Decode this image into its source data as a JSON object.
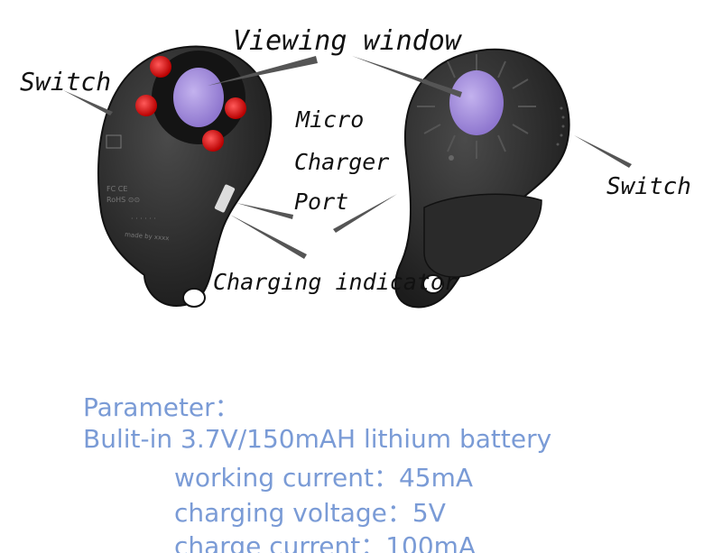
{
  "callouts": {
    "viewing_window": "Viewing window",
    "switch_left": "Switch",
    "switch_right": "Switch",
    "micro": "Micro",
    "charger": "Charger",
    "port": "Port",
    "charging_indicator": "Charging indicator"
  },
  "parameters": {
    "heading": "Parameter：",
    "battery": "Bulit-in 3.7V/150mAH lithium battery",
    "working_current": "working current：45mA",
    "charging_voltage": "charging voltage：5V",
    "charge_current": "charge current：100mA"
  },
  "device_front_labels": {
    "made_by": "made by xxxx"
  },
  "colors": {
    "device_body": "#2b2b2b",
    "lens": "#a48fd6",
    "led": "#e01818",
    "param_text": "#7a9bd6",
    "pointer": "#555555"
  },
  "icons": [
    "device-front-icon",
    "device-back-icon",
    "led-icon",
    "lens-icon"
  ]
}
